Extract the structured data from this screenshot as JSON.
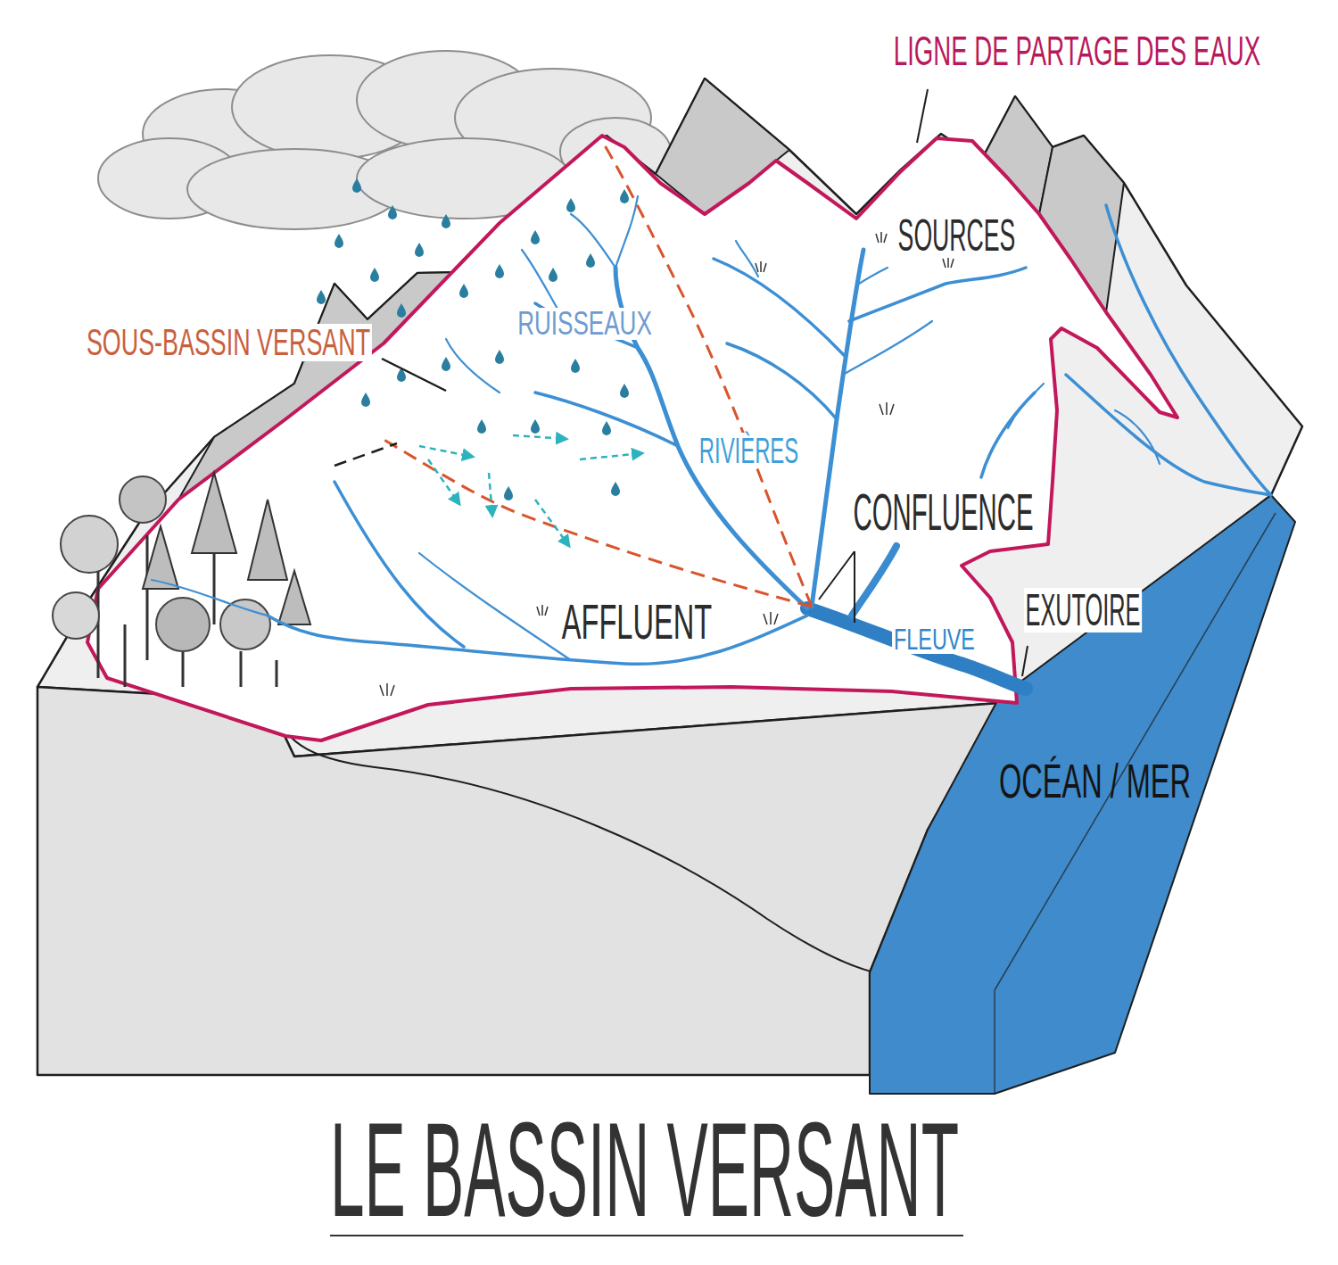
{
  "diagram": {
    "title": "LE BASSIN VERSANT",
    "labels": [
      "LIGNE DE PARTAGE DES EAUX",
      "SOURCES",
      "SOUS-BASSIN VERSANT",
      "RUISSEAUX",
      "RIVIÈRES",
      "CONFLUENCE",
      "AFFLUENT",
      "FLEUVE",
      "EXUTOIRE",
      "OCÉAN / MER"
    ]
  }
}
